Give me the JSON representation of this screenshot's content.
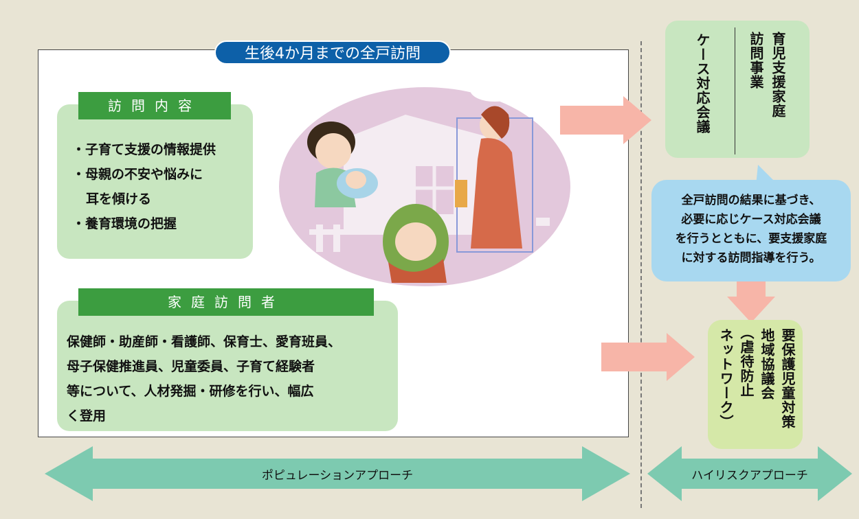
{
  "title": "生後4か月までの全戸訪問",
  "visit_content": {
    "header": "訪問内容",
    "items": [
      "・子育て支援の情報提供",
      "・母親の不安や悩みに",
      "耳を傾ける",
      "・養育環境の把握"
    ]
  },
  "home_visitor": {
    "header": "家庭訪問者",
    "lines": [
      "保健師・助産師・看護師、保育士、愛育班員、",
      "母子保健推進員、児童委員、子育て経験者",
      "等について、人材発掘・研修を行い、幅広",
      "く登用"
    ]
  },
  "right_top": {
    "col_left": "ケース対応会議",
    "col_right_1": "育児支援家庭",
    "col_right_2": "訪問事業"
  },
  "speech": {
    "lines": [
      "全戸訪問の結果に基づき、",
      "必要に応じケース対応会議",
      "を行うとともに、要支援家庭",
      "に対する訪問指導を行う。"
    ]
  },
  "network": {
    "col_1": "要保護児童対策",
    "col_2": "地域協議会",
    "col_3": "（虐待防止",
    "col_4": "ネットワーク）"
  },
  "population_approach": "ポピュレーションアプローチ",
  "highrisk_approach": "ハイリスクアプローチ",
  "colors": {
    "background": "#e8e4d4",
    "title_blue": "#0d60a8",
    "green_header": "#3c9d40",
    "green_box": "#c8e6c0",
    "pink_arrow": "#f7b5a8",
    "teal_arrow": "#7dcab0",
    "blue_box": "#a8d8f0",
    "lime_box": "#d5e8a8"
  }
}
